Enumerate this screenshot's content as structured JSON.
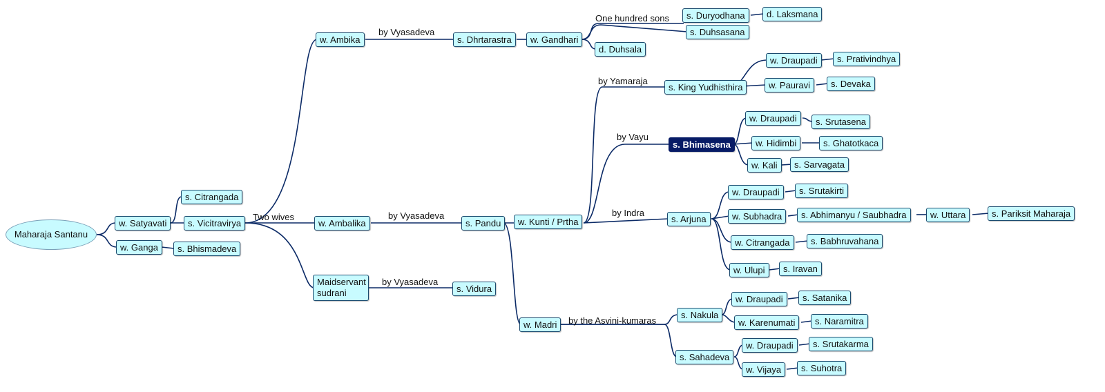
{
  "colors": {
    "node_fill": "#c8fbff",
    "highlight_fill": "#071b66",
    "connector": "#0b2a66"
  },
  "nodes": {
    "root": "Maharaja Santanu",
    "satyavati": "w. Satyavati",
    "ganga": "w. Ganga",
    "citrangada_son": "s. Citrangada",
    "vicitravirya": "s. Vicitravirya",
    "bhismadeva": "s. Bhismadeva",
    "ambika": "w. Ambika",
    "ambalika": "w. Ambalika",
    "maidservant_1": "Maidservant",
    "maidservant_2": "sudrani",
    "dhrtarastra": "s. Dhrtarastra",
    "pandu": "s. Pandu",
    "vidura": "s. Vidura",
    "gandhari": "w. Gandhari",
    "duryodhana": "s. Duryodhana",
    "duhsasana": "s. Duhsasana",
    "duhsala": "d. Duhsala",
    "laksmana": "d. Laksmana",
    "kunti": "w. Kunti / Prtha",
    "madri": "w. Madri",
    "yudhisthira": "s. King Yudhisthira",
    "bhimasena": "s. Bhimasena",
    "arjuna": "s. Arjuna",
    "nakula": "s. Nakula",
    "sahadeva": "s. Sahadeva",
    "y_draupadi": "w. Draupadi",
    "y_pauravi": "w. Pauravi",
    "prativindhya": "s. Prativindhya",
    "devaka": "s. Devaka",
    "b_draupadi": "w. Draupadi",
    "b_hidimbi": "w. Hidimbi",
    "b_kali": "w. Kali",
    "srutasena": "s. Srutasena",
    "ghatotkaca": "s. Ghatotkaca",
    "sarvagata": "s. Sarvagata",
    "a_draupadi": "w. Draupadi",
    "a_subhadra": "w. Subhadra",
    "a_citrangada": "w. Citrangada",
    "a_ulupi": "w. Ulupi",
    "srutakirti": "s. Srutakirti",
    "abhimanyu": "s. Abhimanyu / Saubhadra",
    "uttara": "w. Uttara",
    "pariksit": "s. Pariksit Maharaja",
    "babhruvahana": "s. Babhruvahana",
    "iravan": "s. Iravan",
    "n_draupadi": "w. Draupadi",
    "n_karenumati": "w. Karenumati",
    "satanika": "s. Satanika",
    "naramitra": "s. Naramitra",
    "s_draupadi": "w. Draupadi",
    "s_vijaya": "w. Vijaya",
    "srutakarma": "s. Srutakarma",
    "suhotra": "s. Suhotra"
  },
  "labels": {
    "two_wives": "Two wives",
    "by_vyasadeva_1": "by Vyasadeva",
    "by_vyasadeva_2": "by Vyasadeva",
    "by_vyasadeva_3": "by Vyasadeva",
    "one_hundred_sons": "One hundred sons",
    "by_yamaraja": "by Yamaraja",
    "by_vayu": "by Vayu",
    "by_indra": "by Indra",
    "by_asvini": "by the Asvini-kumaras"
  }
}
